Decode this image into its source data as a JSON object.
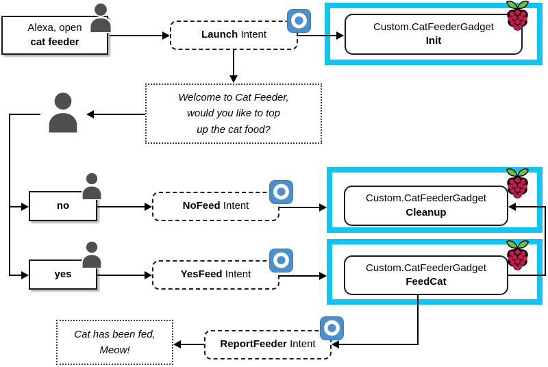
{
  "colors": {
    "highlight_frame": "#12C4F0",
    "alexa_icon_blue": "#4A8FCE",
    "person_icon_gray": "#4F4F4F",
    "raspberry_crimson": "#C51A4A",
    "leaf_green": "#6CC04A",
    "connector_black": "#000000"
  },
  "icons": {
    "user": "user-icon",
    "alexa_skill": "alexa-icon",
    "raspberry_pi": "raspberry-pi-icon"
  },
  "nodes": {
    "utterance_open": {
      "line1": "Alexa, open",
      "line2": "cat feeder"
    },
    "launch_intent": {
      "bold": "Launch",
      "rest": " Intent"
    },
    "init": {
      "line1": "Custom.CatFeederGadget",
      "line2": "Init"
    },
    "welcome": {
      "line1": "Welcome to Cat Feeder,",
      "line2": "would you like to top",
      "line3": "up the cat food?"
    },
    "no": {
      "label": "no"
    },
    "yes": {
      "label": "yes"
    },
    "nofeed_intent": {
      "bold": "NoFeed",
      "rest": " Intent"
    },
    "yesfeed_intent": {
      "bold": "YesFeed",
      "rest": " Intent"
    },
    "cleanup": {
      "line1": "Custom.CatFeederGadget",
      "line2": "Cleanup"
    },
    "feedcat": {
      "line1": "Custom.CatFeederGadget",
      "line2": "FeedCat"
    },
    "reportfeeder_intent": {
      "bold": "ReportFeeder",
      "rest": " Intent"
    },
    "fed": {
      "line1": "Cat has been fed,",
      "line2": "Meow!"
    }
  }
}
